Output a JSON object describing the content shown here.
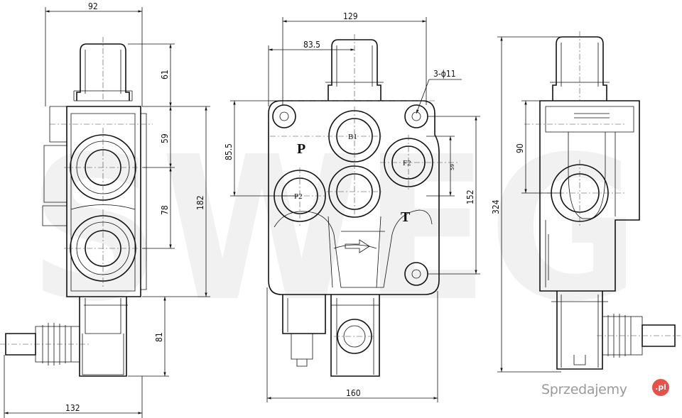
{
  "watermark": "SWEG",
  "left_view": {
    "dims": {
      "width_top": "92",
      "h_handle": "61",
      "h_port_b1": "59",
      "h_ports": "78",
      "h_body": "182",
      "h_bottom": "81",
      "width_bottom": "132"
    }
  },
  "front_view": {
    "dims": {
      "width_129": "129",
      "offset_83_5": "83.5",
      "holes": "3-ϕ11",
      "h_85_5": "85.5",
      "port_small": "59",
      "h_152": "152",
      "width_160": "160"
    },
    "ports": {
      "b1": "B1",
      "f2": "F2",
      "p2": "P2"
    },
    "letters": {
      "p": "P",
      "t": "T"
    }
  },
  "right_view": {
    "dims": {
      "h_90": "90",
      "h_324": "324"
    }
  },
  "brand": {
    "name": "Sprzedajemy",
    "badge": ".pl"
  },
  "colors": {
    "line": "#111111",
    "watermark": "#f1f1f1",
    "brand_badge": "#e8504a",
    "brand_text": "#9a9a9a"
  }
}
